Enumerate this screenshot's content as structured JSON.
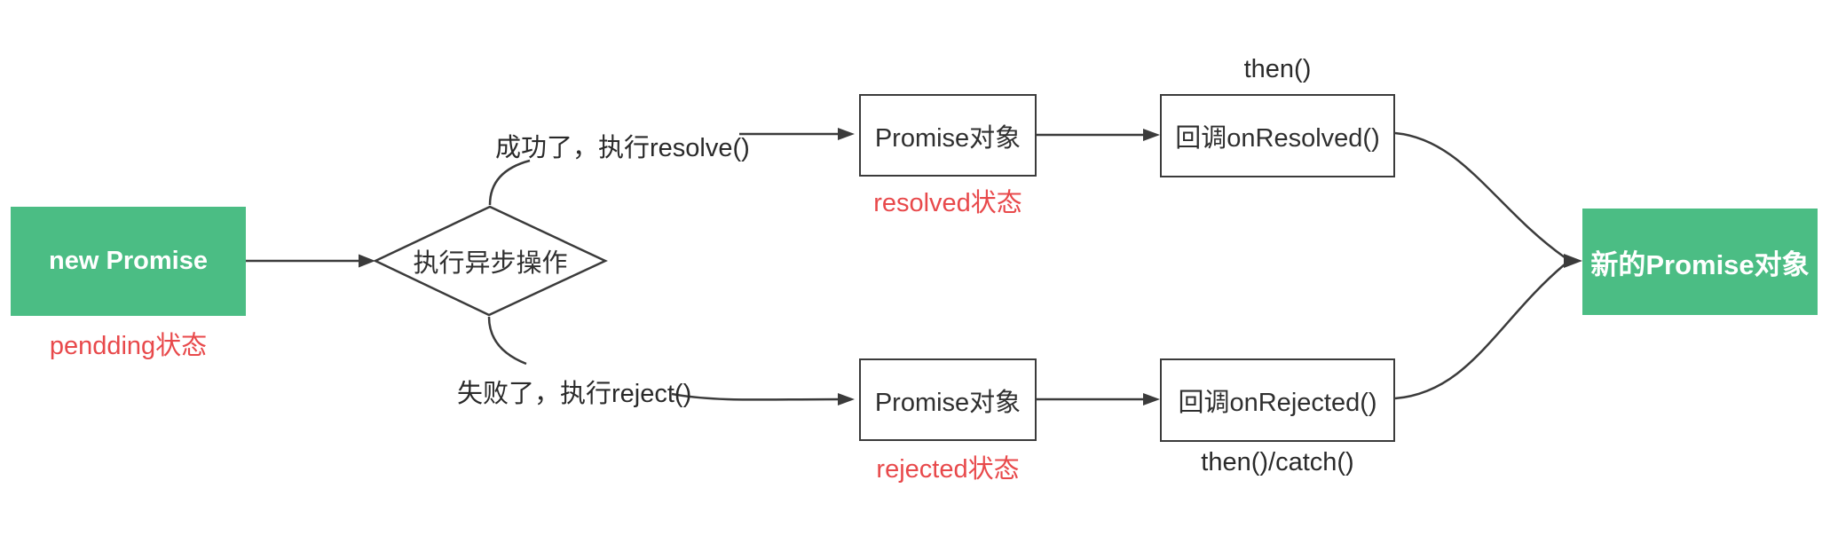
{
  "colors": {
    "node_green": "#4bbd84",
    "status_red": "#e8494b",
    "line_dark": "#3b3b3b",
    "background": "#ffffff"
  },
  "nodes": {
    "new_promise": {
      "label": "new Promise",
      "status": "pendding状态"
    },
    "async_operation": {
      "label": "执行异步操作"
    },
    "promise_resolved": {
      "label": "Promise对象",
      "status": "resolved状态"
    },
    "promise_rejected": {
      "label": "Promise对象",
      "status": "rejected状态"
    },
    "callback_resolved": {
      "label": "回调onResolved()",
      "caption": "then()"
    },
    "callback_rejected": {
      "label": "回调onRejected()",
      "caption": "then()/catch()"
    },
    "result_promise": {
      "label": "新的Promise对象"
    }
  },
  "edges": {
    "success_label": "成功了，执行resolve()",
    "fail_label": "失败了，执行reject()"
  }
}
